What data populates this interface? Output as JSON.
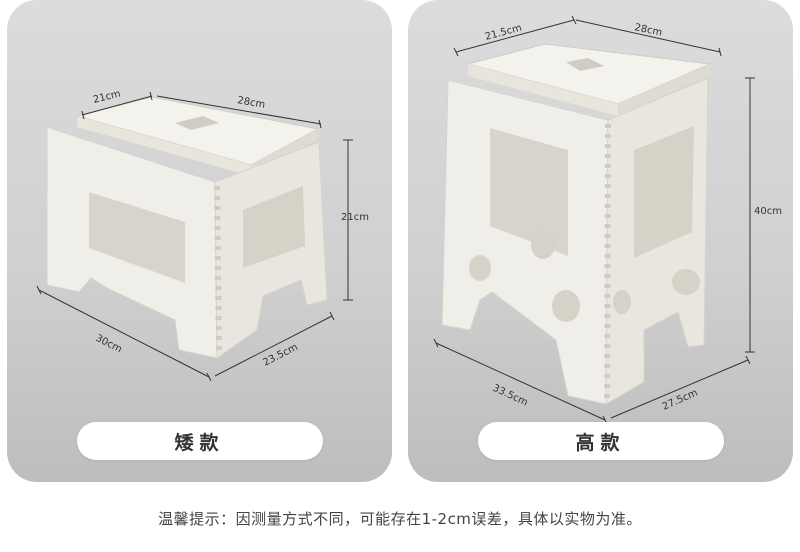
{
  "left_card": {
    "label": "矮款",
    "dims": {
      "top_depth": "21cm",
      "top_width": "28cm",
      "height": "21cm",
      "base_width": "30cm",
      "base_depth": "23.5cm"
    }
  },
  "right_card": {
    "label": "高款",
    "dims": {
      "top_depth": "21.5cm",
      "top_width": "28cm",
      "height": "40cm",
      "base_width": "33.5cm",
      "base_depth": "27.5cm"
    }
  },
  "footer_note": "温馨提示：因测量方式不同，可能存在1-2cm误差，具体以实物为准。",
  "colors": {
    "card_bg": "#d4d4d4",
    "stool": "#f1efe9",
    "stool_shade": "#dedbd3",
    "dim_line": "#333333"
  }
}
